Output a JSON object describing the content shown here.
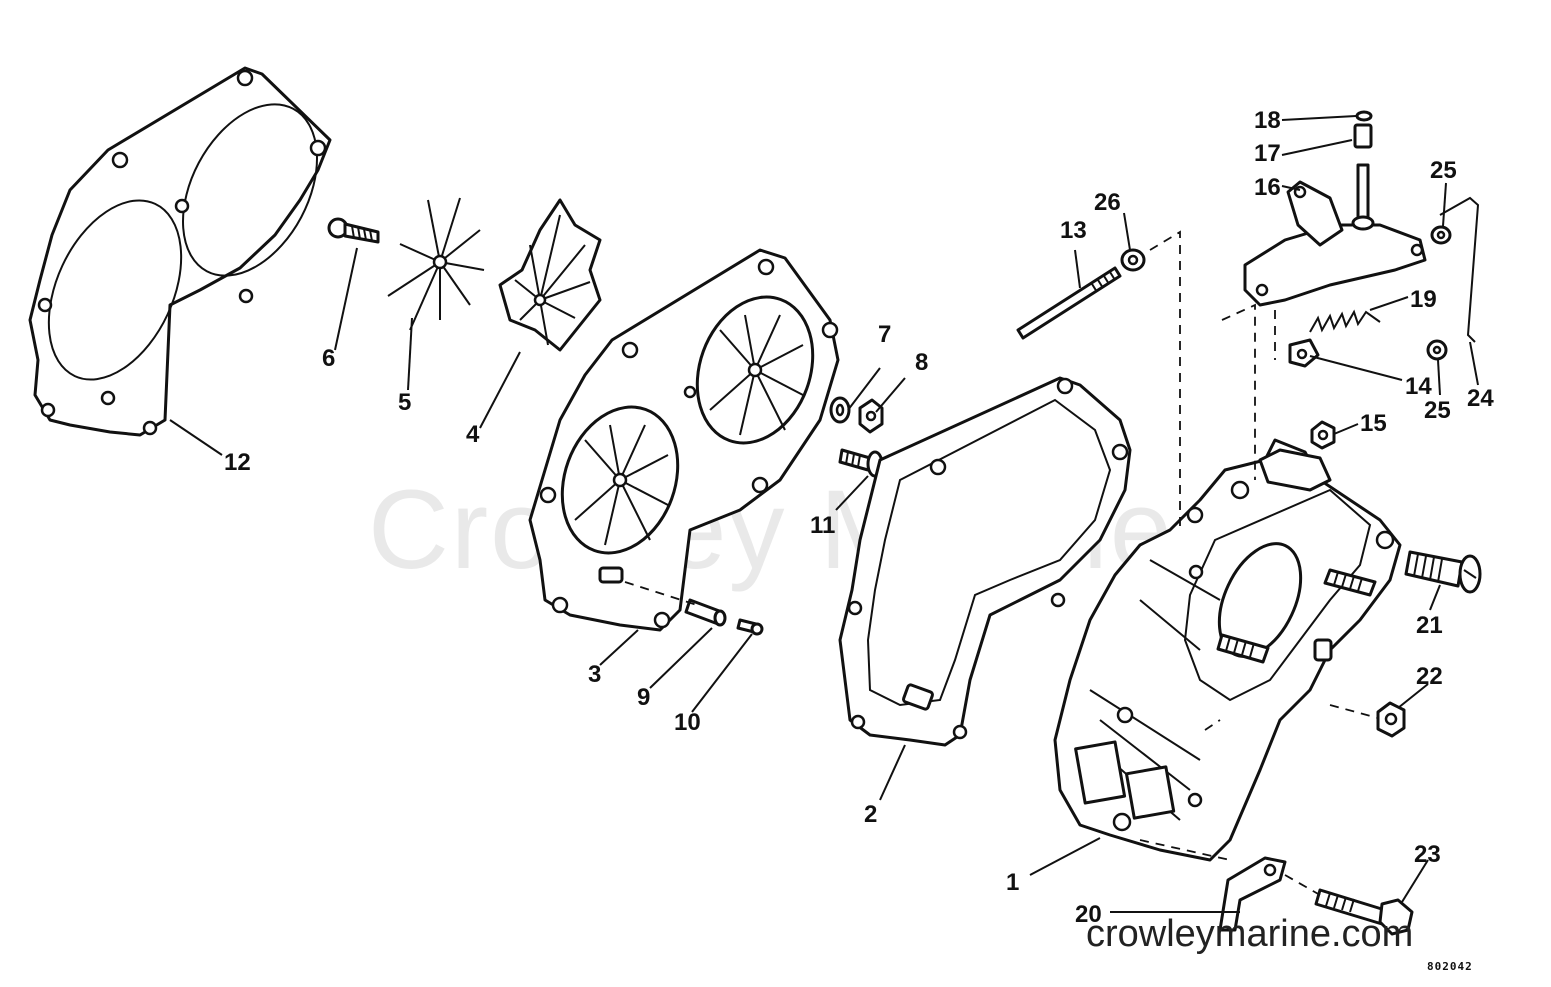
{
  "watermark": "Crowley Marine",
  "site_text": "crowleymarine.com",
  "ref_code": "802042",
  "callouts": {
    "p1": "1",
    "p2": "2",
    "p3": "3",
    "p4": "4",
    "p5": "5",
    "p6": "6",
    "p7": "7",
    "p8": "8",
    "p9": "9",
    "p10": "10",
    "p11": "11",
    "p12": "12",
    "p13": "13",
    "p14": "14",
    "p15": "15",
    "p16": "16",
    "p17": "17",
    "p18": "18",
    "p19": "19",
    "p20": "20",
    "p21": "21",
    "p22": "22",
    "p23": "23",
    "p24": "24",
    "p25a": "25",
    "p25b": "25",
    "p26": "26"
  }
}
